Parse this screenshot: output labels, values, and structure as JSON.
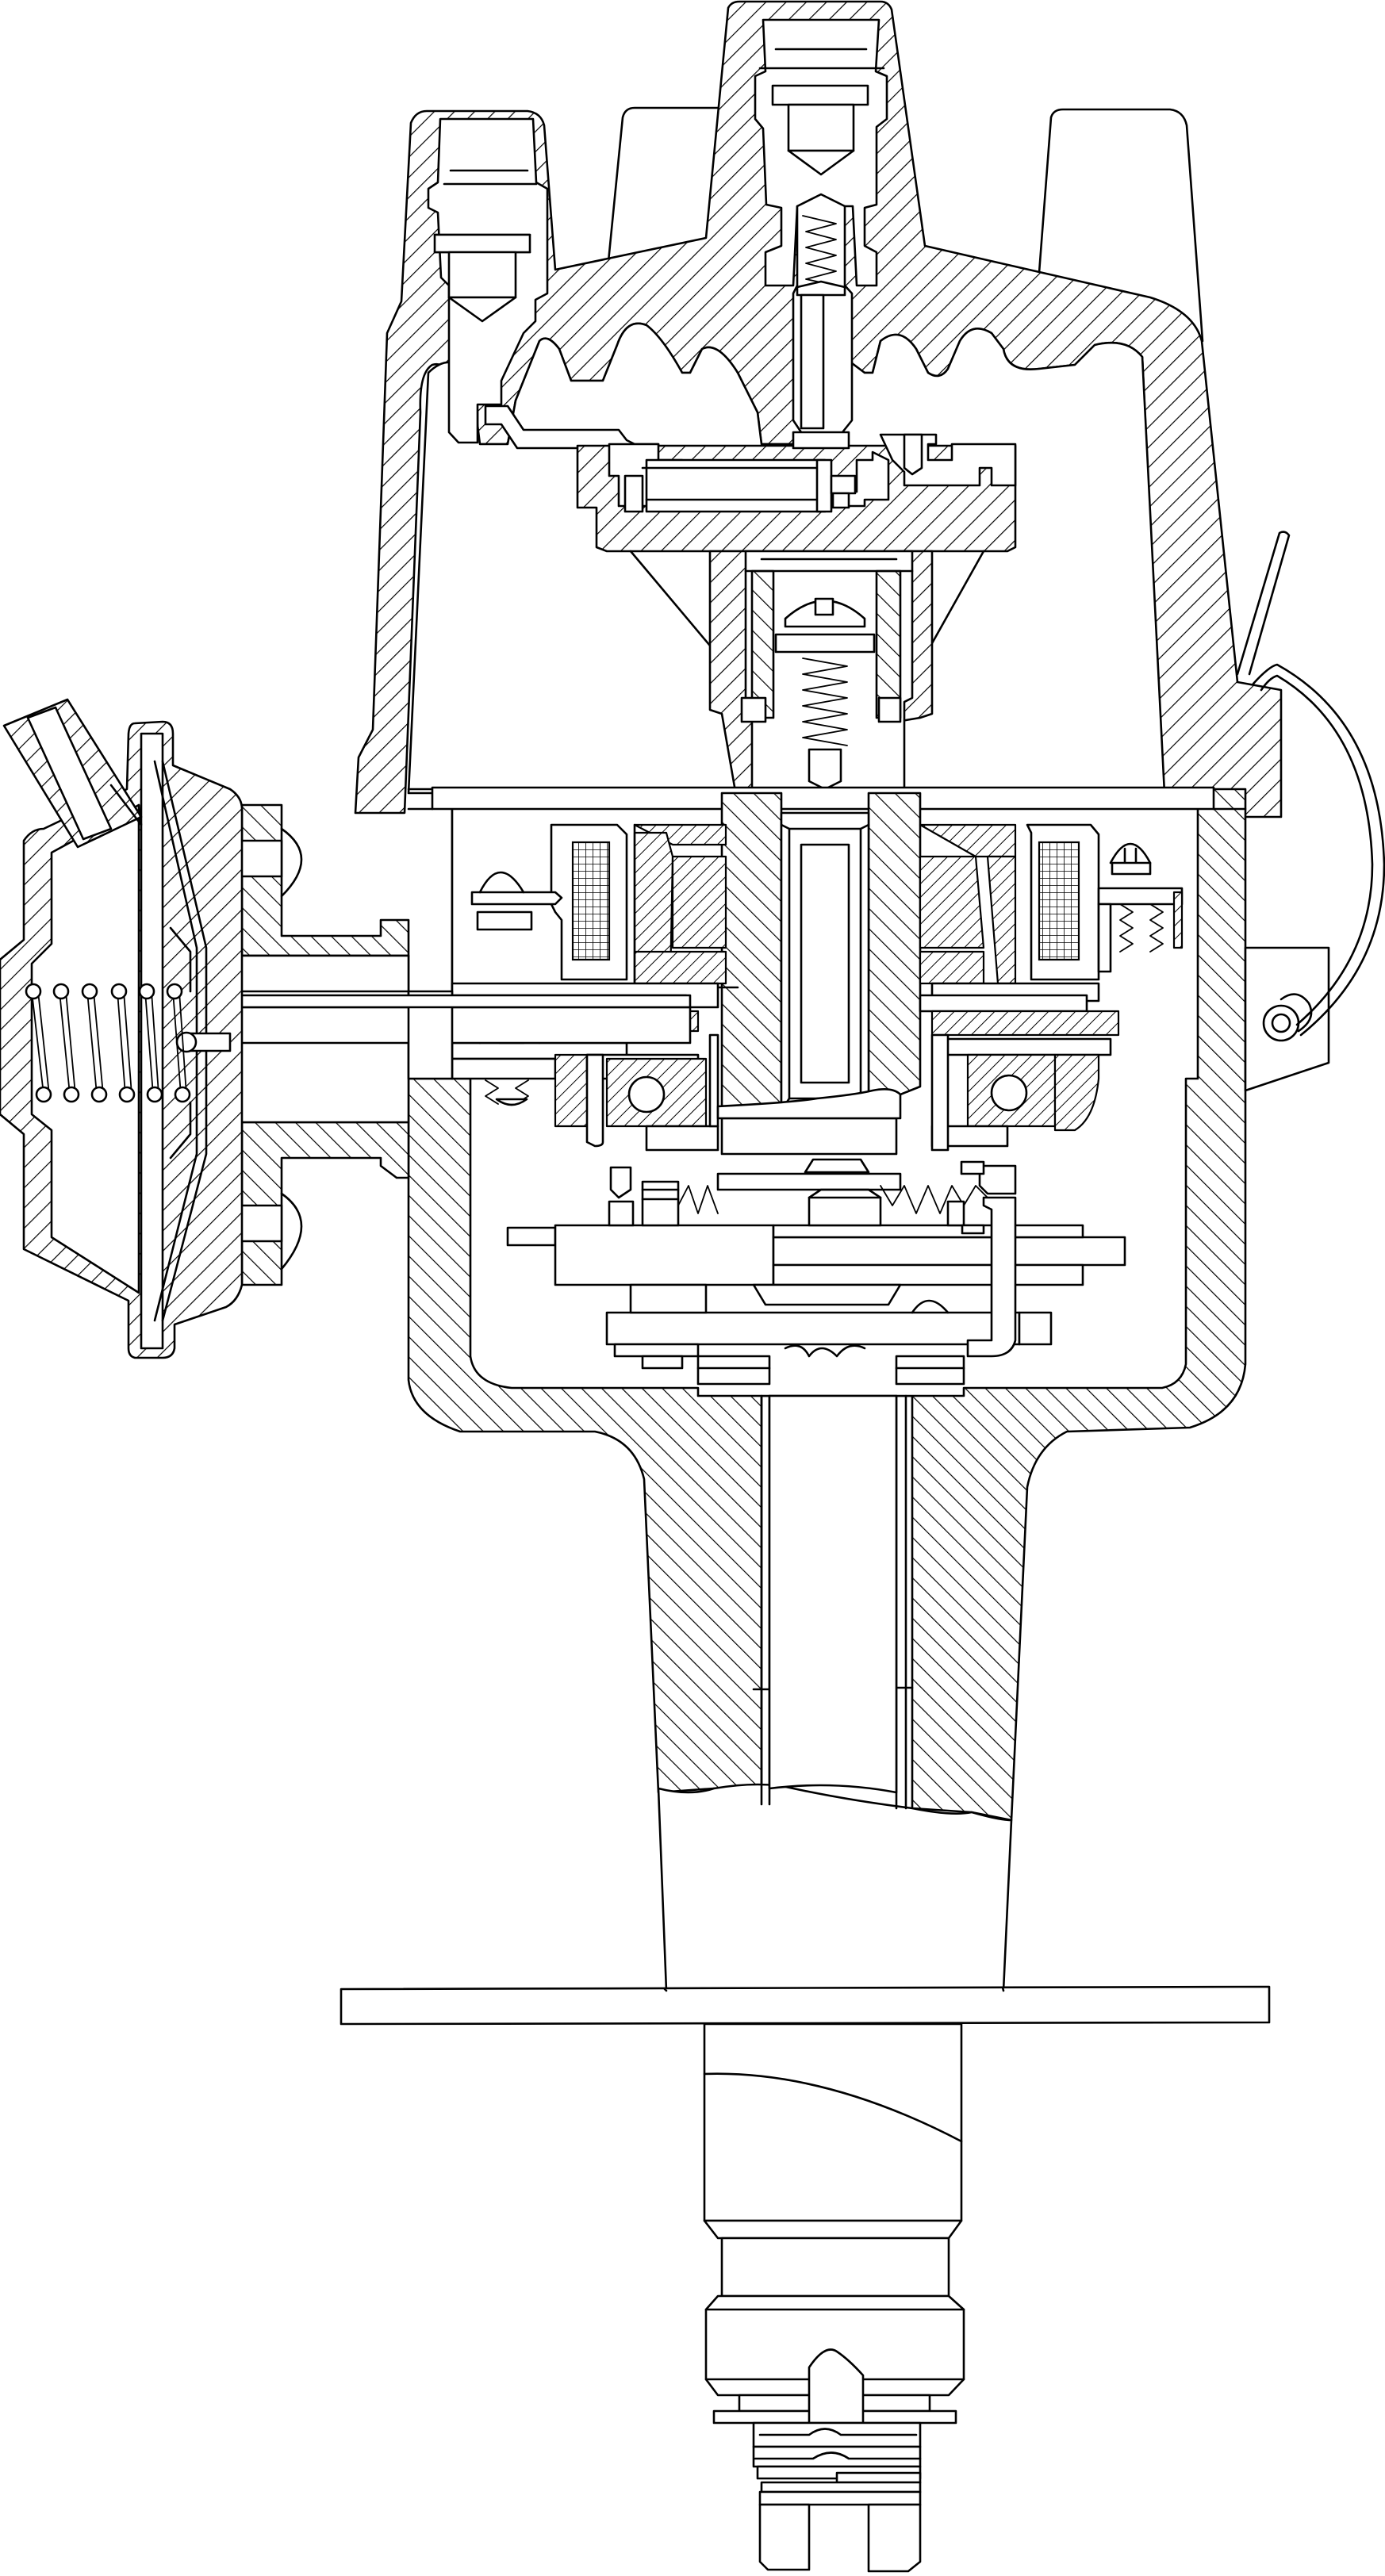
{
  "diagram": {
    "type": "sectional line drawing",
    "subject_icon": "distributor-cutaway-icon",
    "colors": {
      "line": "#000000",
      "background": "#ffffff"
    },
    "hatch_styles": [
      "diagonal-left",
      "diagonal-right"
    ],
    "components": [
      "distributor-cap",
      "center-electrode",
      "spark-plug-tower-left",
      "spark-plug-tower-center",
      "spark-plug-tower-right",
      "rotor-arm",
      "breaker-plate",
      "pickup-coil-left",
      "pickup-coil-right",
      "vacuum-advance-unit",
      "vacuum-diaphragm-springs",
      "centrifugal-advance-weights",
      "distributor-housing",
      "mounting-flange",
      "drive-shaft",
      "drive-gear",
      "cap-retaining-clip"
    ]
  }
}
